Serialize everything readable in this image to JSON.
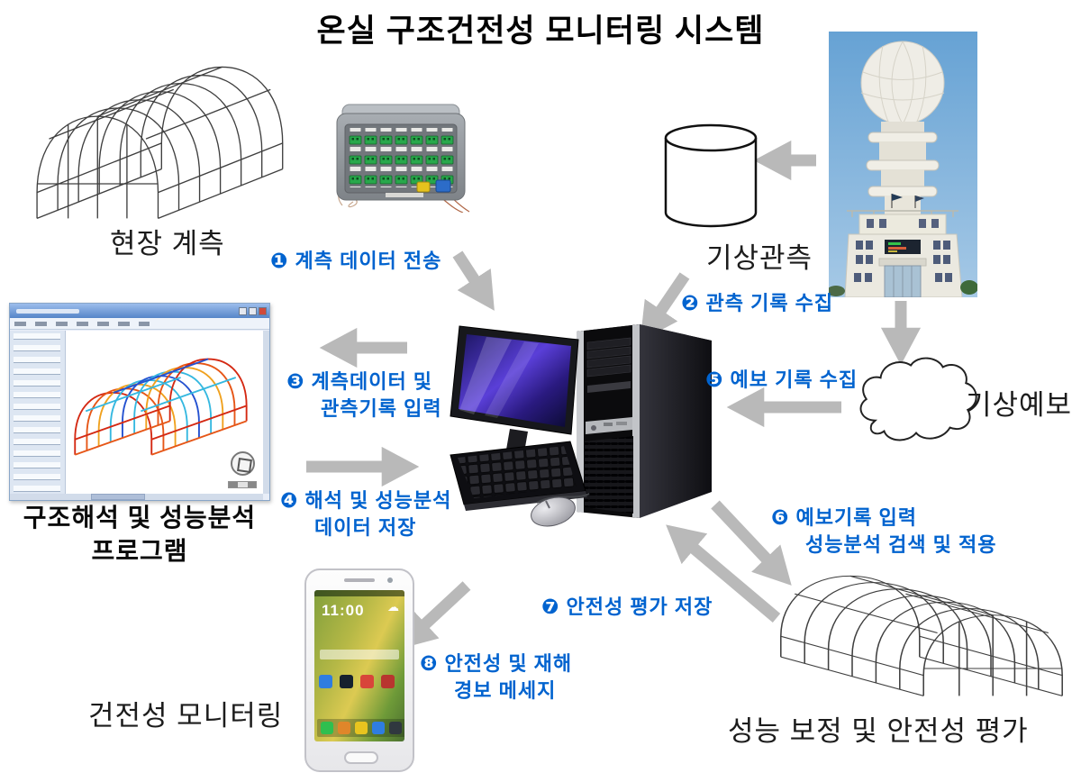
{
  "title": "온실 구조건전성 모니터링 시스템",
  "colors": {
    "flow_label": "#0063cf",
    "arrow": "#b9b9b9"
  },
  "nodes": {
    "field_measurement": {
      "label": "현장 계측"
    },
    "weather_observation": {
      "label": "기상관측"
    },
    "weather_forecast": {
      "label": "기상예보"
    },
    "analysis_program": {
      "label_line1": "구조해석 및 성능분석",
      "label_line2": "프로그램"
    },
    "health_monitoring": {
      "label": "건전성 모니터링"
    },
    "performance_evaluation": {
      "label": "성능 보정 및 안전성 평가"
    }
  },
  "phone": {
    "clock": "11:00"
  },
  "flows": {
    "f1": {
      "num": "❶",
      "line1": "계측 데이터 전송"
    },
    "f2": {
      "num": "❷",
      "line1": "관측 기록 수집"
    },
    "f3": {
      "num": "❸",
      "line1": "계측데이터 및",
      "line2": "관측기록 입력"
    },
    "f4": {
      "num": "❹",
      "line1": "해석 및 성능분석",
      "line2": "데이터 저장"
    },
    "f5": {
      "num": "❺",
      "line1": "예보 기록 수집"
    },
    "f6": {
      "num": "❻",
      "line1": "예보기록 입력",
      "line2": "성능분석 검색 및 적용"
    },
    "f7": {
      "num": "❼",
      "line1": "안전성 평가 저장"
    },
    "f8": {
      "num": "❽",
      "line1": "안전성 및 재해",
      "line2": "경보 메세지"
    }
  }
}
